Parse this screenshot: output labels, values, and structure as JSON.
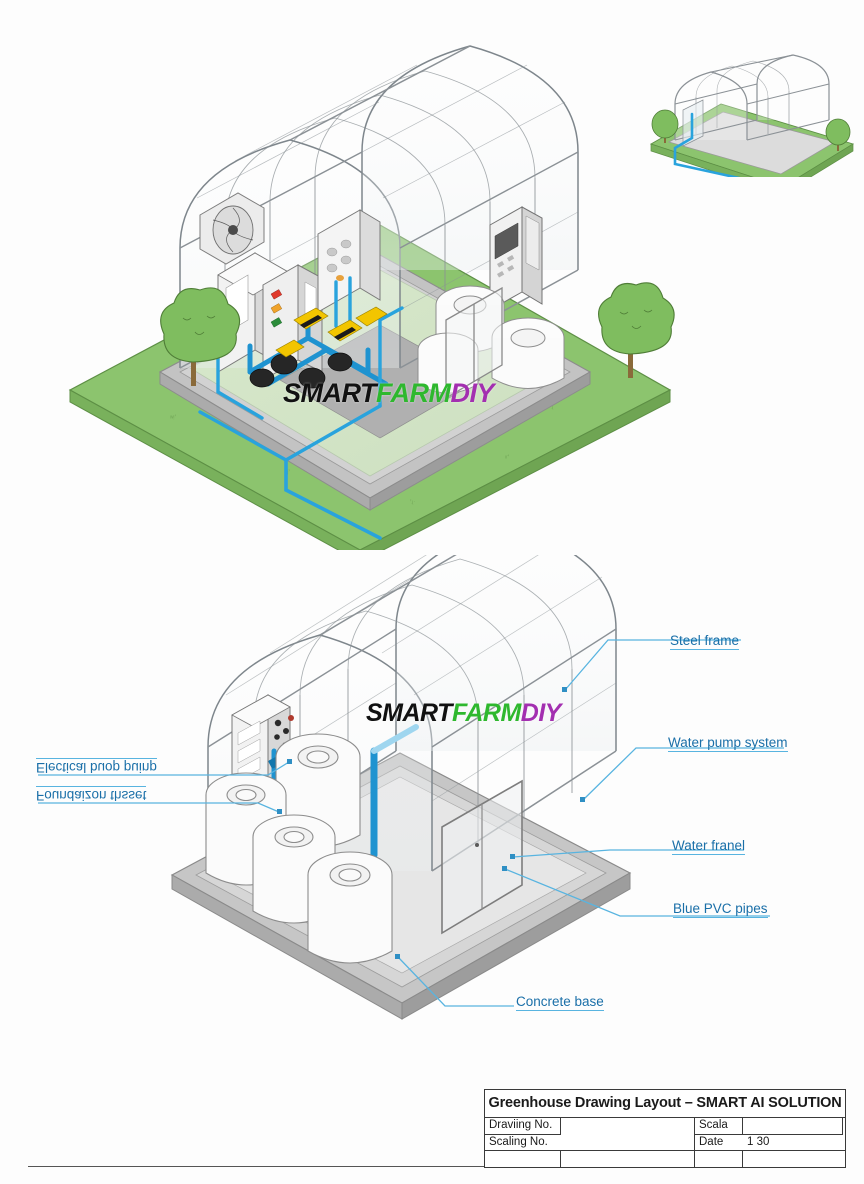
{
  "document": {
    "kind": "technical-drawing",
    "sheet_title": "Greenhouse Drawing Layout – SMART AI SOLUTION"
  },
  "watermark": {
    "part1": "SMART",
    "part2": "FARM",
    "part3": "DIY",
    "color1": "#111111",
    "color2": "#2eb82e",
    "color3": "#a32fb0"
  },
  "views": {
    "main_isometric": {
      "name": "Greenhouse interior isometric – equipment installed",
      "ground_color": "#8cc46e",
      "slab_color": "#b9b9b9",
      "pipe_color": "#29a3dd",
      "pump_accent": "#f2c500"
    },
    "thumbnail_isometric": {
      "name": "Greenhouse overview thumbnail",
      "ground_color": "#8cc46e"
    },
    "lower_isometric": {
      "name": "Greenhouse with water tanks isometric",
      "slab_color": "#bdbdbd",
      "tank_color": "#fbfbfb"
    }
  },
  "annotations": [
    {
      "id": "steel-frame",
      "label": "Steel frame",
      "side": "right"
    },
    {
      "id": "water-pump-system",
      "label": "Water pump system",
      "side": "right"
    },
    {
      "id": "water-franel",
      "label": "Water franel",
      "side": "right"
    },
    {
      "id": "blue-pvc-pipes",
      "label": "Blue PVC pipes",
      "side": "right"
    },
    {
      "id": "concrete-base",
      "label": "Concrete base",
      "side": "bottom"
    },
    {
      "id": "electrical-pump",
      "label": "Electical buop puinp",
      "side": "left"
    },
    {
      "id": "foundation-sheet",
      "label": "Foundaizon thsset",
      "side": "left"
    }
  ],
  "leader_color": "#58b4e0",
  "title_block": {
    "title": "Greenhouse Drawing Layout – SMART AI SOLUTION",
    "rows": [
      {
        "label": "Draviing No.",
        "value": "",
        "label2": "Scala",
        "value2": ""
      },
      {
        "label": "Scaling No.",
        "value": "",
        "label2": "Date",
        "value2": "1 30"
      },
      {
        "label": "",
        "value": "",
        "label2": "",
        "value2": ""
      }
    ]
  }
}
